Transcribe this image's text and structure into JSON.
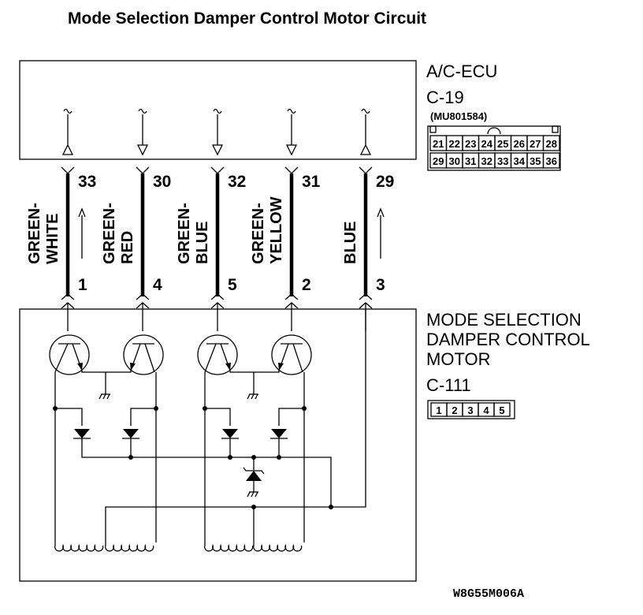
{
  "title": "Mode Selection Damper Control Motor Circuit",
  "ecu": {
    "name": "A/C-ECU",
    "connector": "C-19",
    "part_number": "(MU801584)",
    "pins_row1": [
      "21",
      "22",
      "23",
      "24",
      "25",
      "26",
      "27",
      "28"
    ],
    "pins_row2": [
      "29",
      "30",
      "31",
      "32",
      "33",
      "34",
      "35",
      "36"
    ]
  },
  "motor": {
    "name_line1": "MODE SELECTION",
    "name_line2": "DAMPER CONTROL",
    "name_line3": "MOTOR",
    "connector": "C-111",
    "pins": [
      "1",
      "2",
      "3",
      "4",
      "5"
    ]
  },
  "wires": [
    {
      "ecu_pin": "33",
      "motor_pin": "1",
      "color_line1": "GREEN-",
      "color_line2": "WHITE"
    },
    {
      "ecu_pin": "30",
      "motor_pin": "4",
      "color_line1": "GREEN-",
      "color_line2": "RED"
    },
    {
      "ecu_pin": "32",
      "motor_pin": "5",
      "color_line1": "GREEN-",
      "color_line2": "BLUE"
    },
    {
      "ecu_pin": "31",
      "motor_pin": "2",
      "color_line1": "GREEN-",
      "color_line2": "YELLOW"
    },
    {
      "ecu_pin": "29",
      "motor_pin": "3",
      "color_line1": "BLUE",
      "color_line2": ""
    }
  ],
  "figure_code": "W8G55M006A"
}
